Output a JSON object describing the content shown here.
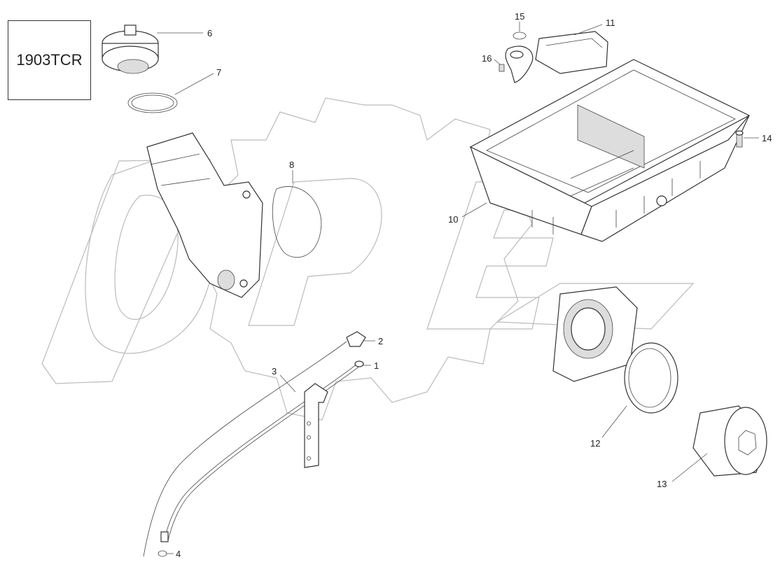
{
  "model_code": "1903TCR",
  "callouts": {
    "c1": "1",
    "c2": "2",
    "c3": "3",
    "c4": "4",
    "c6": "6",
    "c7": "7",
    "c8": "8",
    "c10": "10",
    "c11": "11",
    "c12": "12",
    "c13": "13",
    "c14": "14",
    "c15": "15",
    "c16": "16"
  },
  "watermark": "OPEX"
}
